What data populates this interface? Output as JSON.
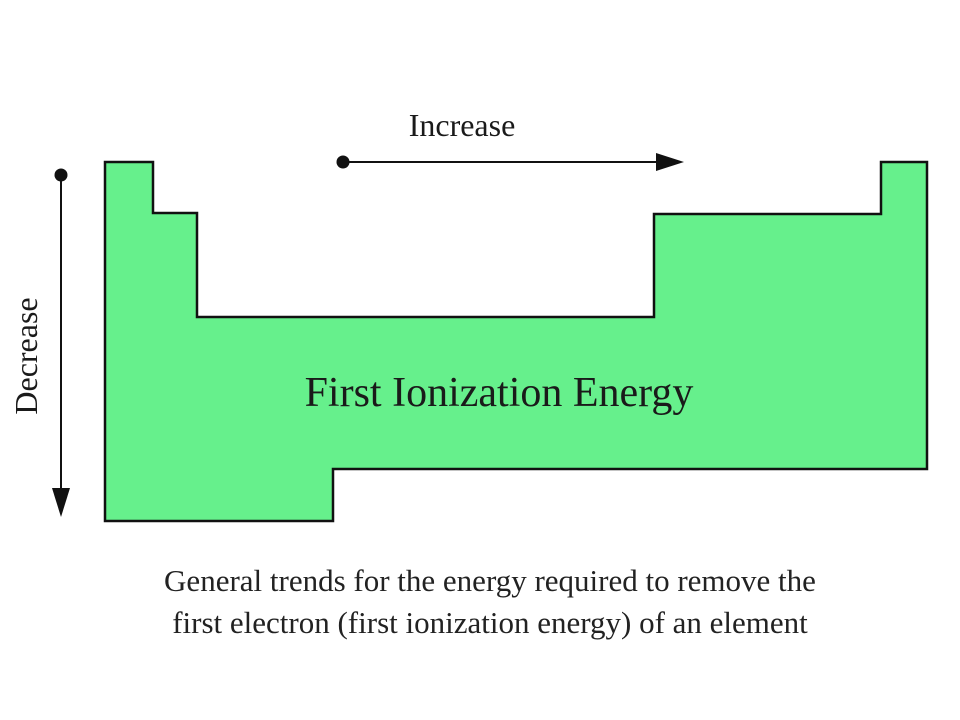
{
  "diagram": {
    "title": "First Ionization Energy",
    "horizontal_arrow_label": "Increase",
    "vertical_arrow_label": "Decrease",
    "fill_color": "#66f08c",
    "outline_color": "#111111"
  },
  "caption": {
    "line1": "General trends for the energy required to remove the",
    "line2": "first electron (first ionization energy) of an element"
  }
}
